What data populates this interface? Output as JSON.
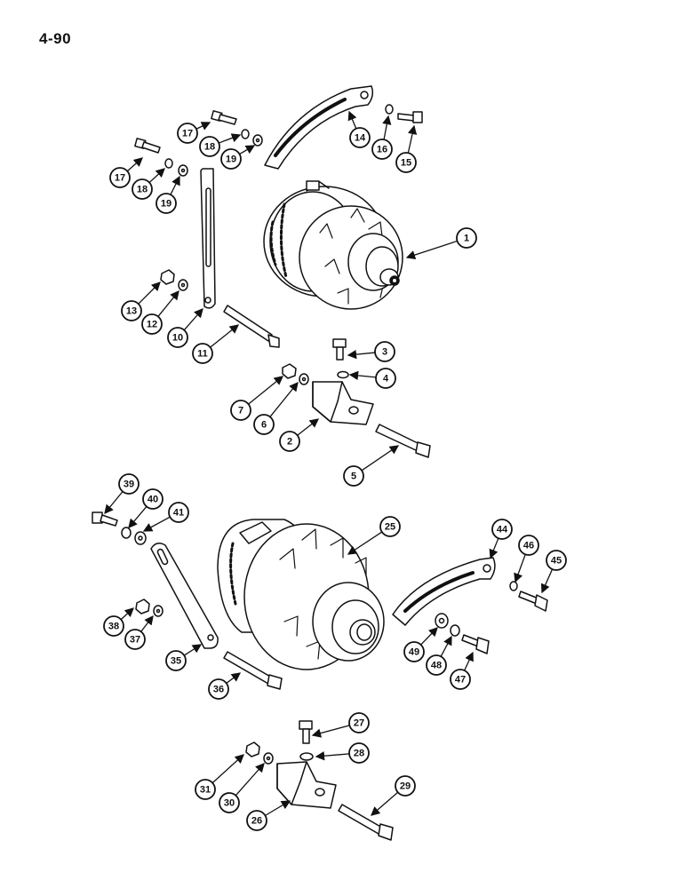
{
  "page_number": "4-90",
  "callouts": [
    {
      "id": "c1",
      "label": "1"
    },
    {
      "id": "c2",
      "label": "2"
    },
    {
      "id": "c3",
      "label": "3"
    },
    {
      "id": "c4",
      "label": "4"
    },
    {
      "id": "c5",
      "label": "5"
    },
    {
      "id": "c6",
      "label": "6"
    },
    {
      "id": "c7",
      "label": "7"
    },
    {
      "id": "c10",
      "label": "10"
    },
    {
      "id": "c11",
      "label": "11"
    },
    {
      "id": "c12",
      "label": "12"
    },
    {
      "id": "c13",
      "label": "13"
    },
    {
      "id": "c14",
      "label": "14"
    },
    {
      "id": "c15",
      "label": "15"
    },
    {
      "id": "c16",
      "label": "16"
    },
    {
      "id": "c17a",
      "label": "17"
    },
    {
      "id": "c17b",
      "label": "17"
    },
    {
      "id": "c18a",
      "label": "18"
    },
    {
      "id": "c18b",
      "label": "18"
    },
    {
      "id": "c19a",
      "label": "19"
    },
    {
      "id": "c19b",
      "label": "19"
    },
    {
      "id": "c25",
      "label": "25"
    },
    {
      "id": "c26",
      "label": "26"
    },
    {
      "id": "c27",
      "label": "27"
    },
    {
      "id": "c28",
      "label": "28"
    },
    {
      "id": "c29",
      "label": "29"
    },
    {
      "id": "c30",
      "label": "30"
    },
    {
      "id": "c31",
      "label": "31"
    },
    {
      "id": "c35",
      "label": "35"
    },
    {
      "id": "c36",
      "label": "36"
    },
    {
      "id": "c37",
      "label": "37"
    },
    {
      "id": "c38",
      "label": "38"
    },
    {
      "id": "c39",
      "label": "39"
    },
    {
      "id": "c40",
      "label": "40"
    },
    {
      "id": "c41",
      "label": "41"
    },
    {
      "id": "c44",
      "label": "44"
    },
    {
      "id": "c45",
      "label": "45"
    },
    {
      "id": "c46",
      "label": "46"
    },
    {
      "id": "c47",
      "label": "47"
    },
    {
      "id": "c48",
      "label": "48"
    },
    {
      "id": "c49",
      "label": "49"
    }
  ]
}
